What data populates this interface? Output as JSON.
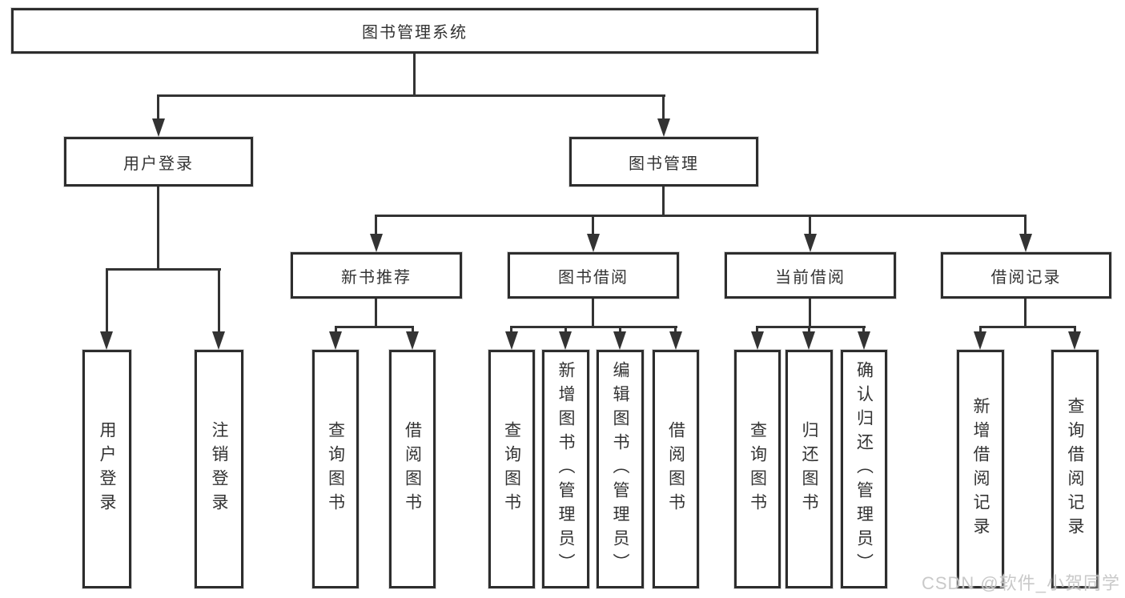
{
  "diagram": {
    "type": "hierarchy-tree",
    "root": {
      "label": "图书管理系统"
    },
    "branches": [
      {
        "label": "用户登录",
        "children": [
          {
            "label": "用户登录"
          },
          {
            "label": "注销登录"
          }
        ]
      },
      {
        "label": "图书管理",
        "children": [
          {
            "label": "新书推荐",
            "children": [
              {
                "label": "查询图书"
              },
              {
                "label": "借阅图书"
              }
            ]
          },
          {
            "label": "图书借阅",
            "children": [
              {
                "label": "查询图书"
              },
              {
                "label": "新增图书（管理员）"
              },
              {
                "label": "编辑图书（管理员）"
              },
              {
                "label": "借阅图书"
              }
            ]
          },
          {
            "label": "当前借阅",
            "children": [
              {
                "label": "查询图书"
              },
              {
                "label": "归还图书"
              },
              {
                "label": "确认归还（管理员）"
              }
            ]
          },
          {
            "label": "借阅记录",
            "children": [
              {
                "label": "新增借阅记录"
              },
              {
                "label": "查询借阅记录"
              }
            ]
          }
        ]
      }
    ]
  },
  "watermark": {
    "text": "CSDN @软件_小贺同学"
  },
  "colors": {
    "line": "#333333",
    "box_border": "#2d2d2d",
    "box_fill": "#ffffff",
    "text": "#333333",
    "watermark": "#c6c6c6",
    "background": "#ffffff"
  }
}
